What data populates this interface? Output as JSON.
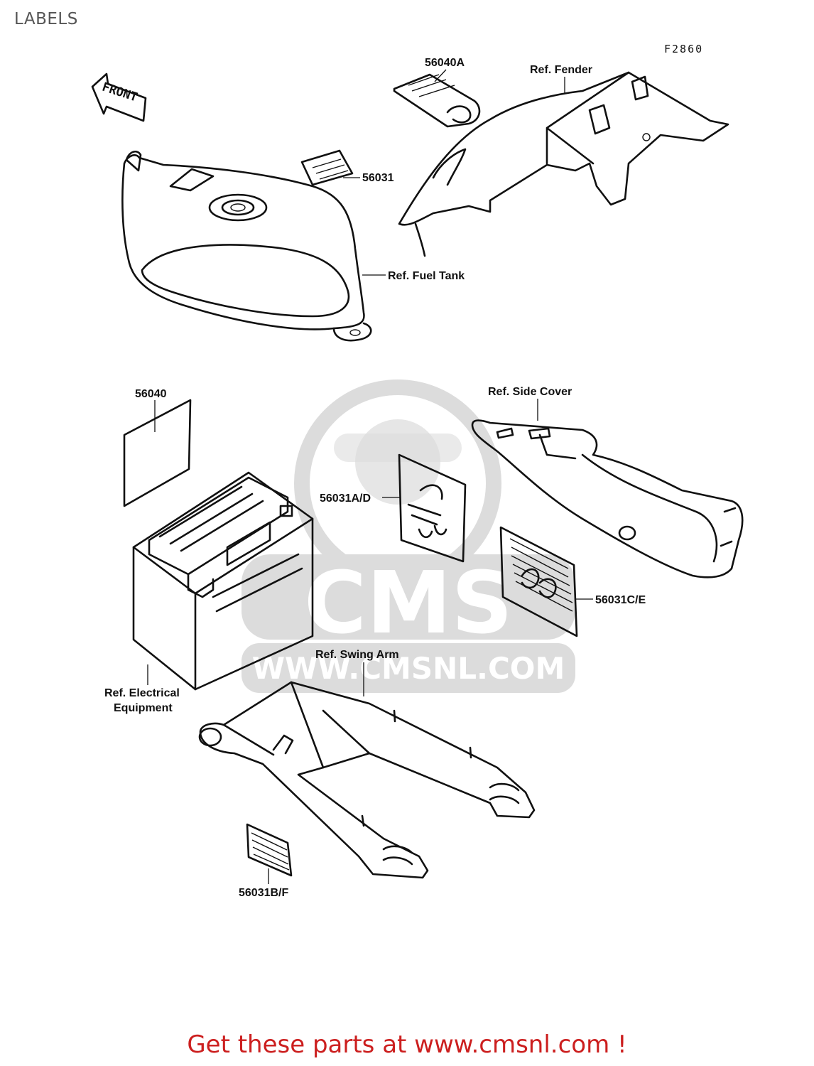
{
  "page": {
    "title": "LABELS",
    "figure_code": "F2860"
  },
  "arrow": {
    "label": "FRONT"
  },
  "callouts": {
    "p56040A": "56040A",
    "ref_fender": "Ref. Fender",
    "p56031": "56031",
    "ref_fuel_tank": "Ref. Fuel Tank",
    "p56040": "56040",
    "ref_side_cover": "Ref. Side Cover",
    "p56031AD": "56031A/D",
    "p56031CE": "56031C/E",
    "ref_swing_arm": "Ref. Swing Arm",
    "ref_electrical_line1": "Ref. Electrical",
    "ref_electrical_line2": "Equipment",
    "p56031BF": "56031B/F"
  },
  "watermark": {
    "brand": "CMS",
    "url": "WWW.CMSNL.COM"
  },
  "footer": {
    "link_text": "Get these parts at www.cmsnl.com !"
  },
  "colors": {
    "footer_text": "#cc1f1f",
    "watermark": "#dcdcdc",
    "line_art": "#111111"
  }
}
